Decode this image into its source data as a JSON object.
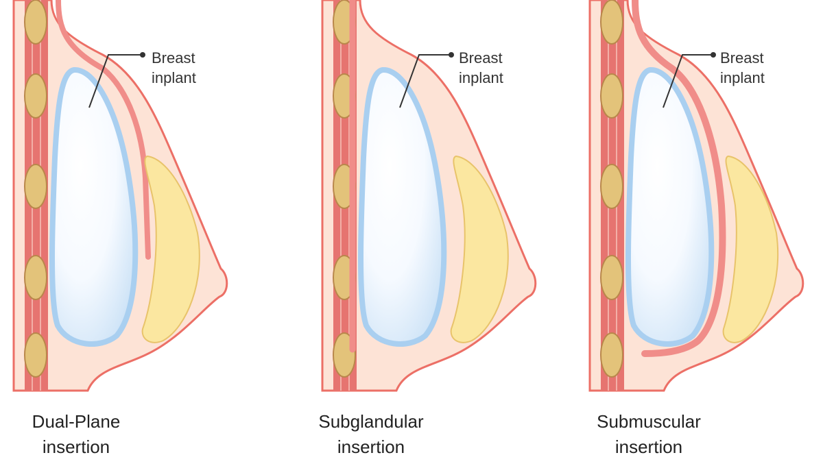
{
  "palette": {
    "tissue": "#fde3d6",
    "outline": "#ec6f66",
    "muscle": "#f08d89",
    "chest_wall": "#e67470",
    "rib_fill": "#e3c37a",
    "implant_edge": "#a9cff0",
    "gland": "#fbe7a0",
    "leader": "#333333"
  },
  "panels": [
    {
      "id": "dual-plane",
      "callout": {
        "line1": "Breast",
        "line2": "inplant"
      },
      "caption": {
        "line1": "Dual-Plane",
        "line2": "insertion"
      }
    },
    {
      "id": "subglandular",
      "callout": {
        "line1": "Breast",
        "line2": "inplant"
      },
      "caption": {
        "line1": "Subglandular",
        "line2": "insertion"
      }
    },
    {
      "id": "submuscular",
      "callout": {
        "line1": "Breast",
        "line2": "inplant"
      },
      "caption": {
        "line1": "Submuscular",
        "line2": "insertion"
      }
    }
  ]
}
